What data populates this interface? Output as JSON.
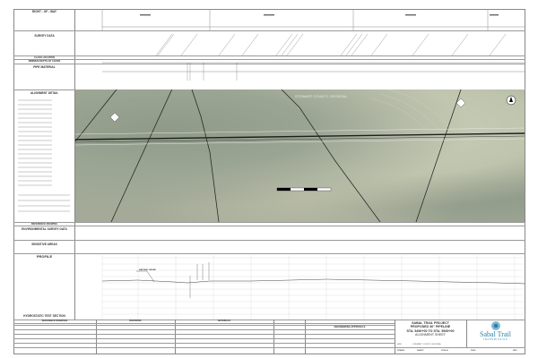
{
  "left_panel": {
    "right_of_way": "RIGHT - OF - WAY",
    "survey_data": "SURVEY DATA",
    "class_location": "CLASS LOCATION",
    "min_depth_cover": "MINIMUM DEPTH OF COVER",
    "pipe_material": "PIPE MATERIAL",
    "alignment_detail": "ALIGNMENT DETAIL",
    "reference_drawing": "REFERENCE DRAWING",
    "environmental_survey": "ENVIRONMENTAL SURVEY DATA",
    "sensitive_areas": "SENSITIVE AREAS",
    "profile": "PROFILE",
    "hydrostatic": "HYDROSTATIC TEST SECTION"
  },
  "map": {
    "county_label": "STEWART COUNTY, GEORGIA",
    "north_arrow": "N"
  },
  "profile": {
    "natural_grade": "NATURAL GRADE"
  },
  "bottom": {
    "reference_drawings": "REFERENCE DRAWINGS",
    "revisions": "REVISIONS",
    "materials": "MATERIALS",
    "engineering_approvals": "ENGINEERING APPROVALS"
  },
  "title_block": {
    "line1": "SABAL TRAIL PROJECT",
    "line2": "PROPOSED 36\" PIPELINE",
    "line3": "STA. 5490+00 TO STA. 5545+00",
    "line4": "ALIGNMENT SHEET",
    "location": "STEWART COUNTY, GEORGIA",
    "frame_label": "FRAME:",
    "sheet_label": "SHEET:",
    "scale_label": "SCALE:",
    "dwg_label": "DWG:",
    "rev_label": "REV.:",
    "loc_label": "LOC:"
  },
  "logo": {
    "name": "Sabal Trail",
    "sub": "TRANSMISSION",
    "color": "#2a7fa8"
  },
  "colors": {
    "pipeline": "#222222",
    "accent": "#2a7fa8"
  }
}
